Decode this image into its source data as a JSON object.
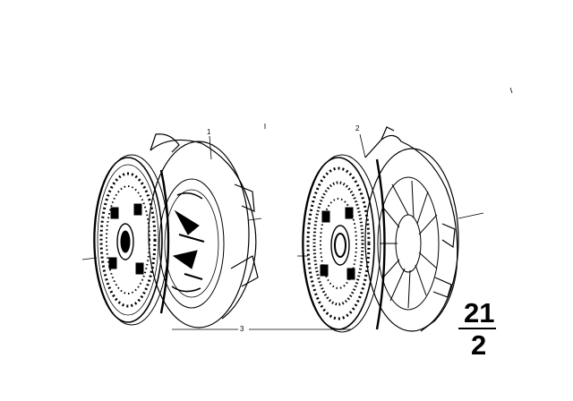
{
  "diagram": {
    "callouts": {
      "part1": "1",
      "part2": "2",
      "part3": "3"
    },
    "reference": {
      "group": "21",
      "sheet": "2"
    },
    "colors": {
      "ink": "#000000",
      "paper": "#ffffff"
    }
  }
}
